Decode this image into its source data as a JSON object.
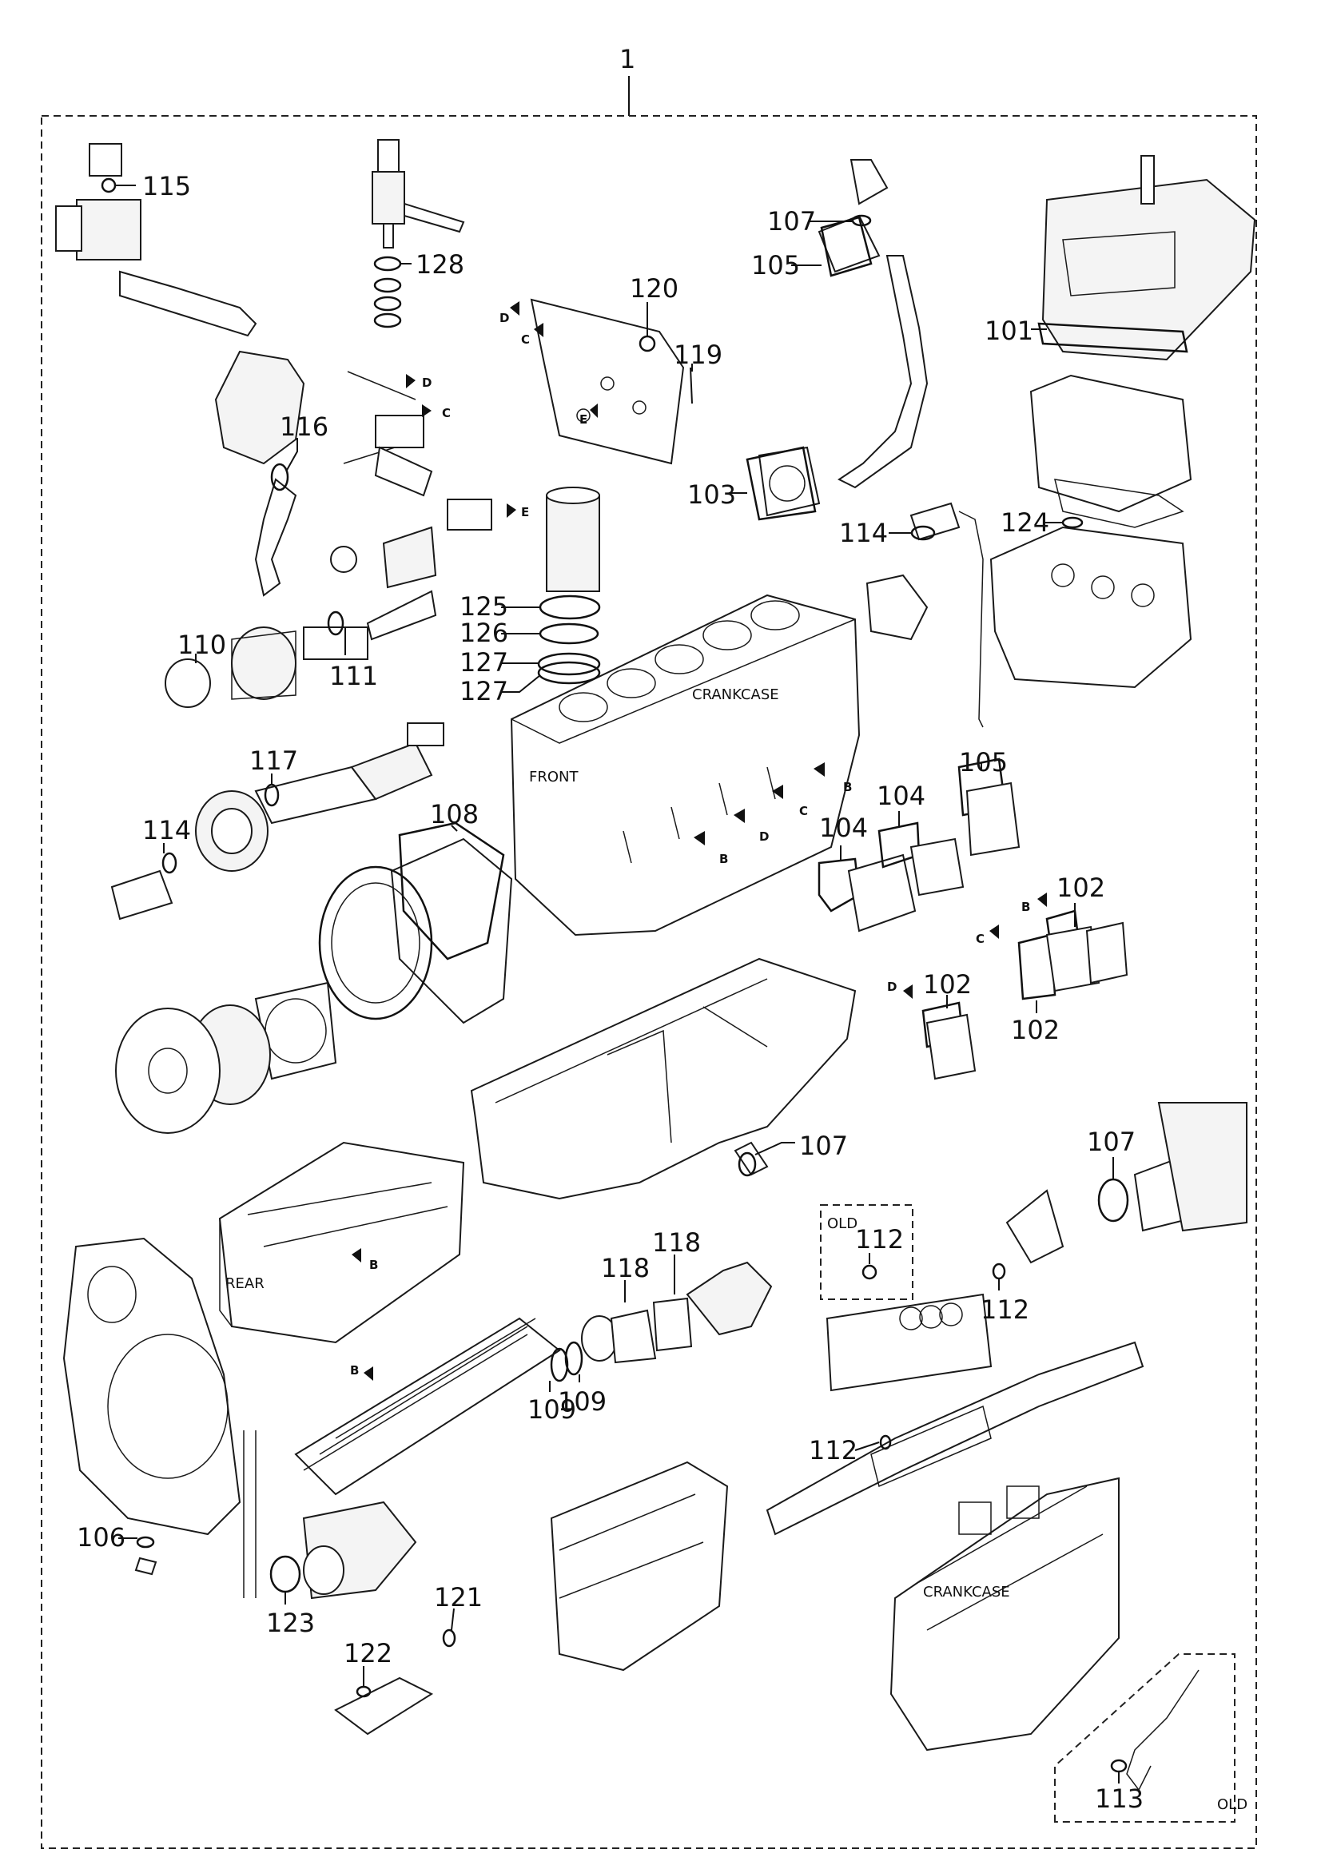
{
  "diagram": {
    "kit_number": "1",
    "callouts": {
      "c101": "101",
      "c102a": "102",
      "c102b": "102",
      "c102c": "102",
      "c103": "103",
      "c104a": "104",
      "c104b": "104",
      "c105a": "105",
      "c105b": "105",
      "c106": "106",
      "c107a": "107",
      "c107b": "107",
      "c107c": "107",
      "c108": "108",
      "c109a": "109",
      "c109b": "109",
      "c110": "110",
      "c111": "111",
      "c112a": "112",
      "c112b": "112",
      "c112c": "112",
      "c113": "113",
      "c114a": "114",
      "c114b": "114",
      "c115": "115",
      "c116": "116",
      "c117": "117",
      "c118a": "118",
      "c118b": "118",
      "c119": "119",
      "c120": "120",
      "c121": "121",
      "c122": "122",
      "c123": "123",
      "c124": "124",
      "c125": "125",
      "c126": "126",
      "c127a": "127",
      "c127b": "127",
      "c128": "128"
    },
    "labels": {
      "crankcase_top": "CRANKCASE",
      "crankcase_bottom": "CRANKCASE",
      "front": "FRONT",
      "rear": "REAR",
      "old_top": "OLD",
      "old_bottom": "OLD"
    },
    "ref_marks": {
      "b": "B",
      "c": "C",
      "d": "D",
      "e": "E"
    }
  }
}
